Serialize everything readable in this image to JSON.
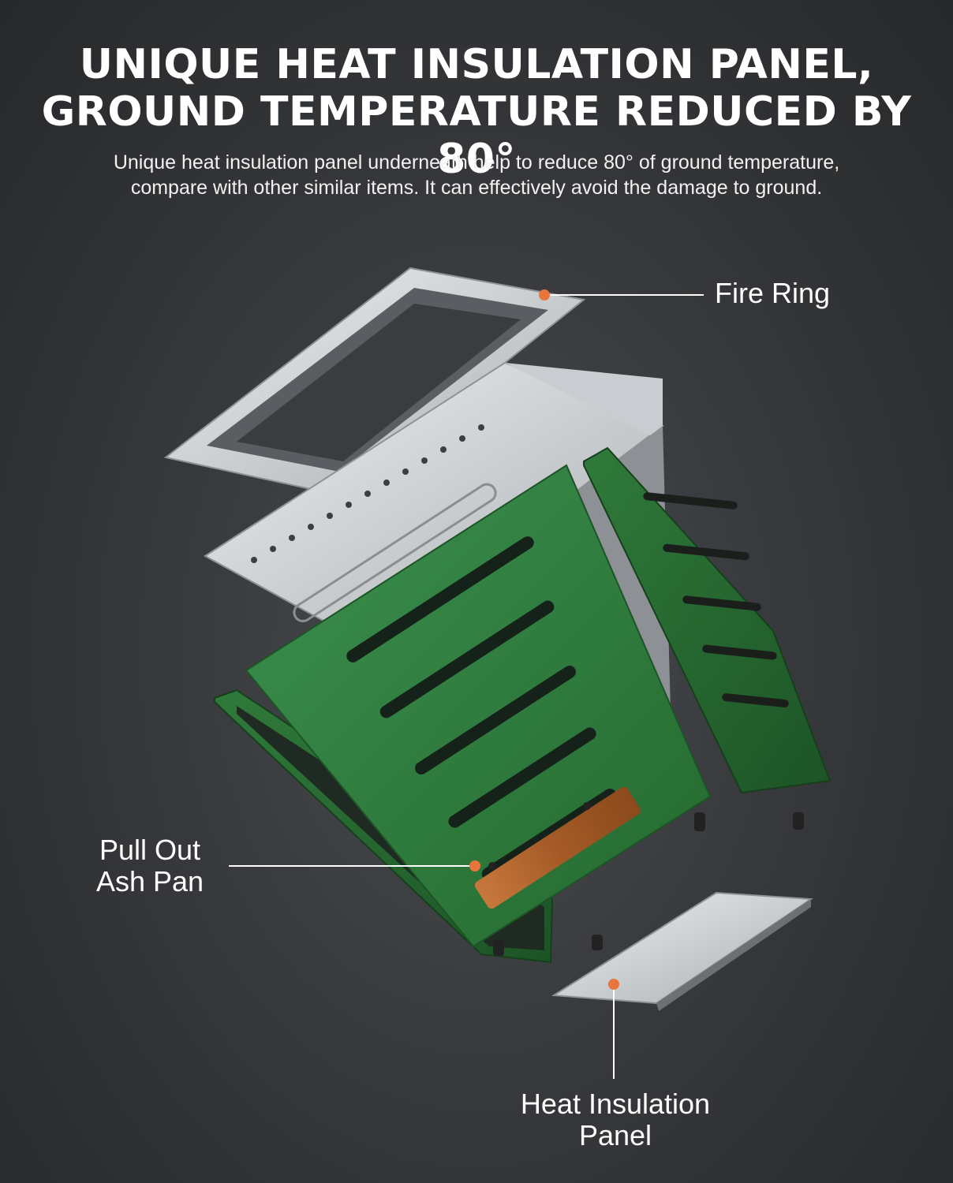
{
  "headline": {
    "line1": "UNIQUE HEAT INSULATION PANEL,",
    "line2": "GROUND TEMPERATURE REDUCED BY 80°"
  },
  "subtitle": {
    "line1": "Unique heat insulation panel underneath help to reduce 80° of ground temperature,",
    "line2": "compare with other similar items. It can effectively avoid the damage to ground."
  },
  "callouts": {
    "fire_ring": "Fire Ring",
    "ash_pan_line1": "Pull Out",
    "ash_pan_line2": "Ash Pan",
    "insulation_line1": "Heat Insulation",
    "insulation_line2": "Panel"
  },
  "colors": {
    "background": "#37393c",
    "panel_green": "#2f7a3a",
    "steel": "#d6d8da",
    "callout_dot": "#e8763a",
    "wood": "#b0642e"
  }
}
